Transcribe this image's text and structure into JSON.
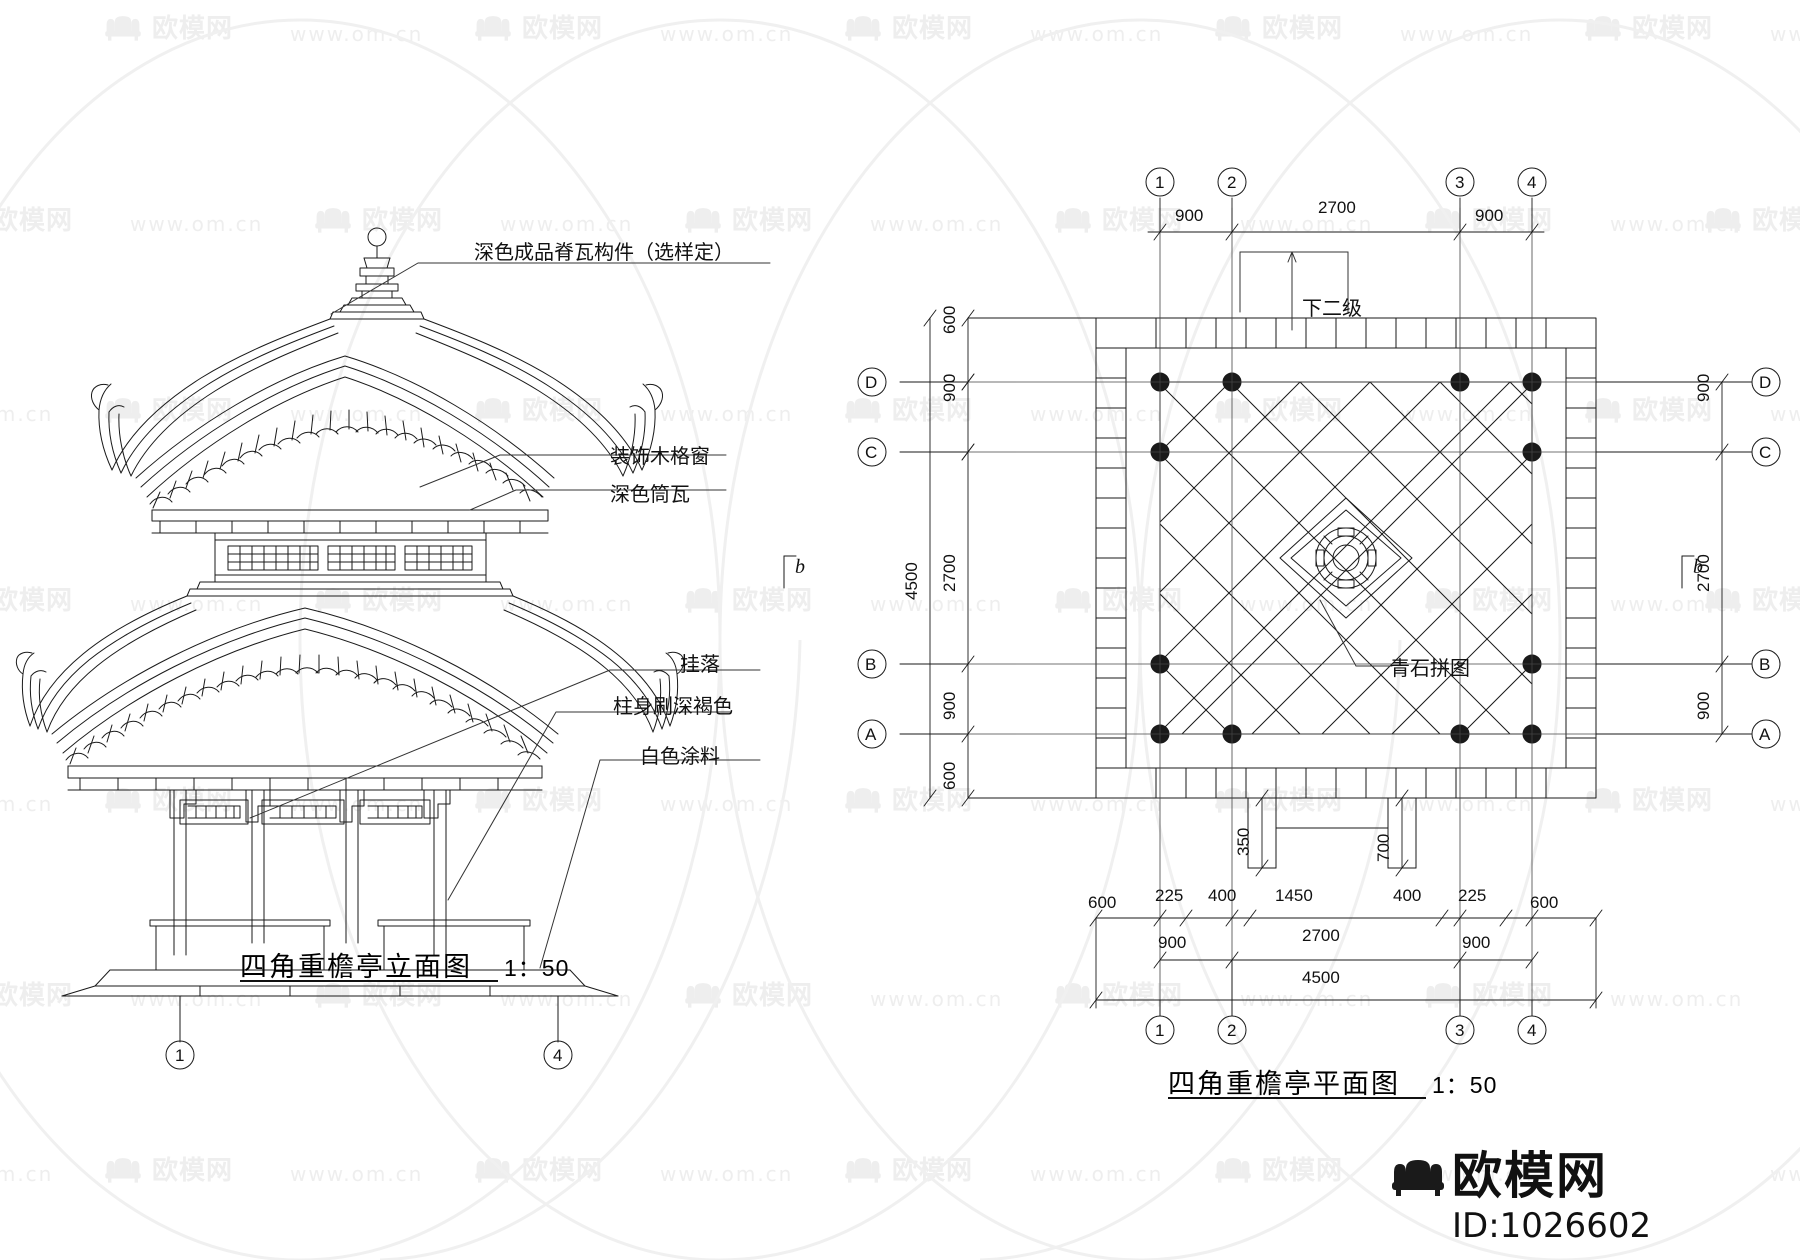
{
  "drawing": {
    "type": "cad-architectural-drawing",
    "subject": "四角重檐亭",
    "sheet_background": "#ffffff",
    "line_color": "#1a1a1a"
  },
  "elevation": {
    "title_cn": "四角重檐亭立面图",
    "title_scale": "1：50",
    "annotations": [
      {
        "id": "ridge-tile",
        "text": "深色成品脊瓦构件（选样定）"
      },
      {
        "id": "lattice-window",
        "text": "装饰木格窗"
      },
      {
        "id": "dark-barrel-tile",
        "text": "深色筒瓦"
      },
      {
        "id": "hanging-fascia",
        "text": "挂落"
      },
      {
        "id": "column-paint",
        "text": "柱身刷深褐色"
      },
      {
        "id": "white-coating",
        "text": "白色涂料"
      }
    ],
    "section_mark": "b",
    "grid_bubbles": [
      "1",
      "4"
    ]
  },
  "plan": {
    "title_cn": "四角重檐亭平面图",
    "title_scale": "1：50",
    "annotations": [
      {
        "id": "second-step",
        "text": "下二级"
      },
      {
        "id": "bluestone-pattern",
        "text": "青石拼图"
      }
    ],
    "section_mark": "b",
    "grid_bubbles_top": [
      "1",
      "2",
      "3",
      "4"
    ],
    "grid_bubbles_bottom": [
      "1",
      "2",
      "3",
      "4"
    ],
    "grid_bubbles_left": [
      "D",
      "C",
      "B",
      "A"
    ],
    "grid_bubbles_right": [
      "D",
      "C",
      "B",
      "A"
    ],
    "dims_top": [
      "900",
      "2700",
      "900"
    ],
    "dims_left_inner": [
      "600",
      "900",
      "2700",
      "900",
      "600"
    ],
    "dims_left_overall": "4500",
    "dims_right": [
      "900",
      "2700",
      "900"
    ],
    "dims_bottom_row1": [
      "600",
      "225",
      "400",
      "1450",
      "400",
      "225",
      "600"
    ],
    "dims_bottom_row2": [
      "900",
      "2700",
      "900"
    ],
    "dims_bottom_row3": "4500",
    "dims_interior": [
      "350",
      "700"
    ]
  },
  "watermark": {
    "url_text": "www.om.cn",
    "logo_text": "欧模网",
    "tile_color": "#eeeeee"
  },
  "brand": {
    "name": "欧模网",
    "id_text": "ID:1026602"
  }
}
